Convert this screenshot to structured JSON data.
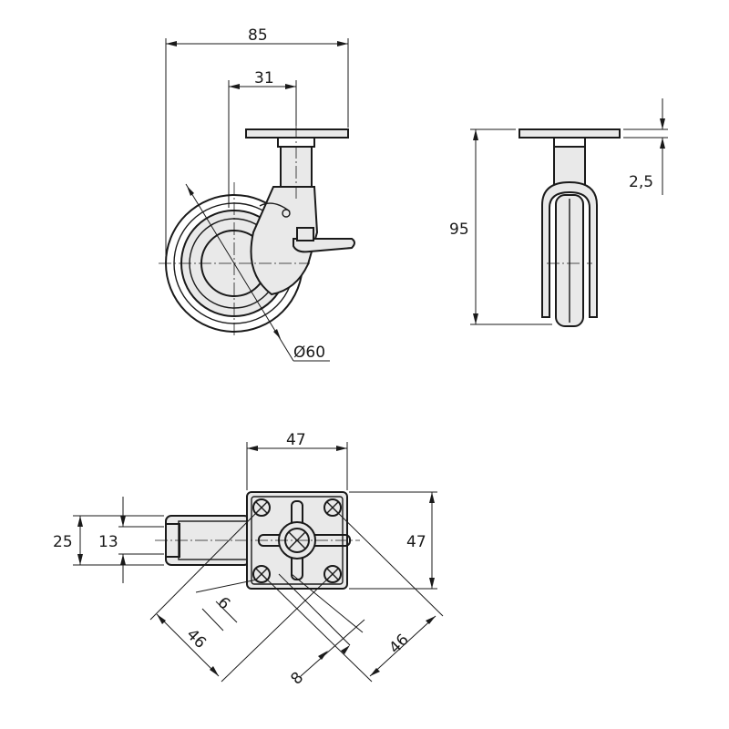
{
  "dimensions": {
    "overall_width": "85",
    "offset": "31",
    "wheel_diameter": "Ø60",
    "total_height": "95",
    "plate_thickness": "2,5",
    "plate_width": "47",
    "plate_depth": "47",
    "wheel_width": "25",
    "hub_width": "13",
    "hole_spacing_left": "46",
    "hole_spacing_right": "46",
    "hole_diameter": "6",
    "slot_width": "8"
  },
  "colors": {
    "line": "#1a1a1a",
    "fill": "#e9e9e9",
    "background": "#ffffff"
  }
}
